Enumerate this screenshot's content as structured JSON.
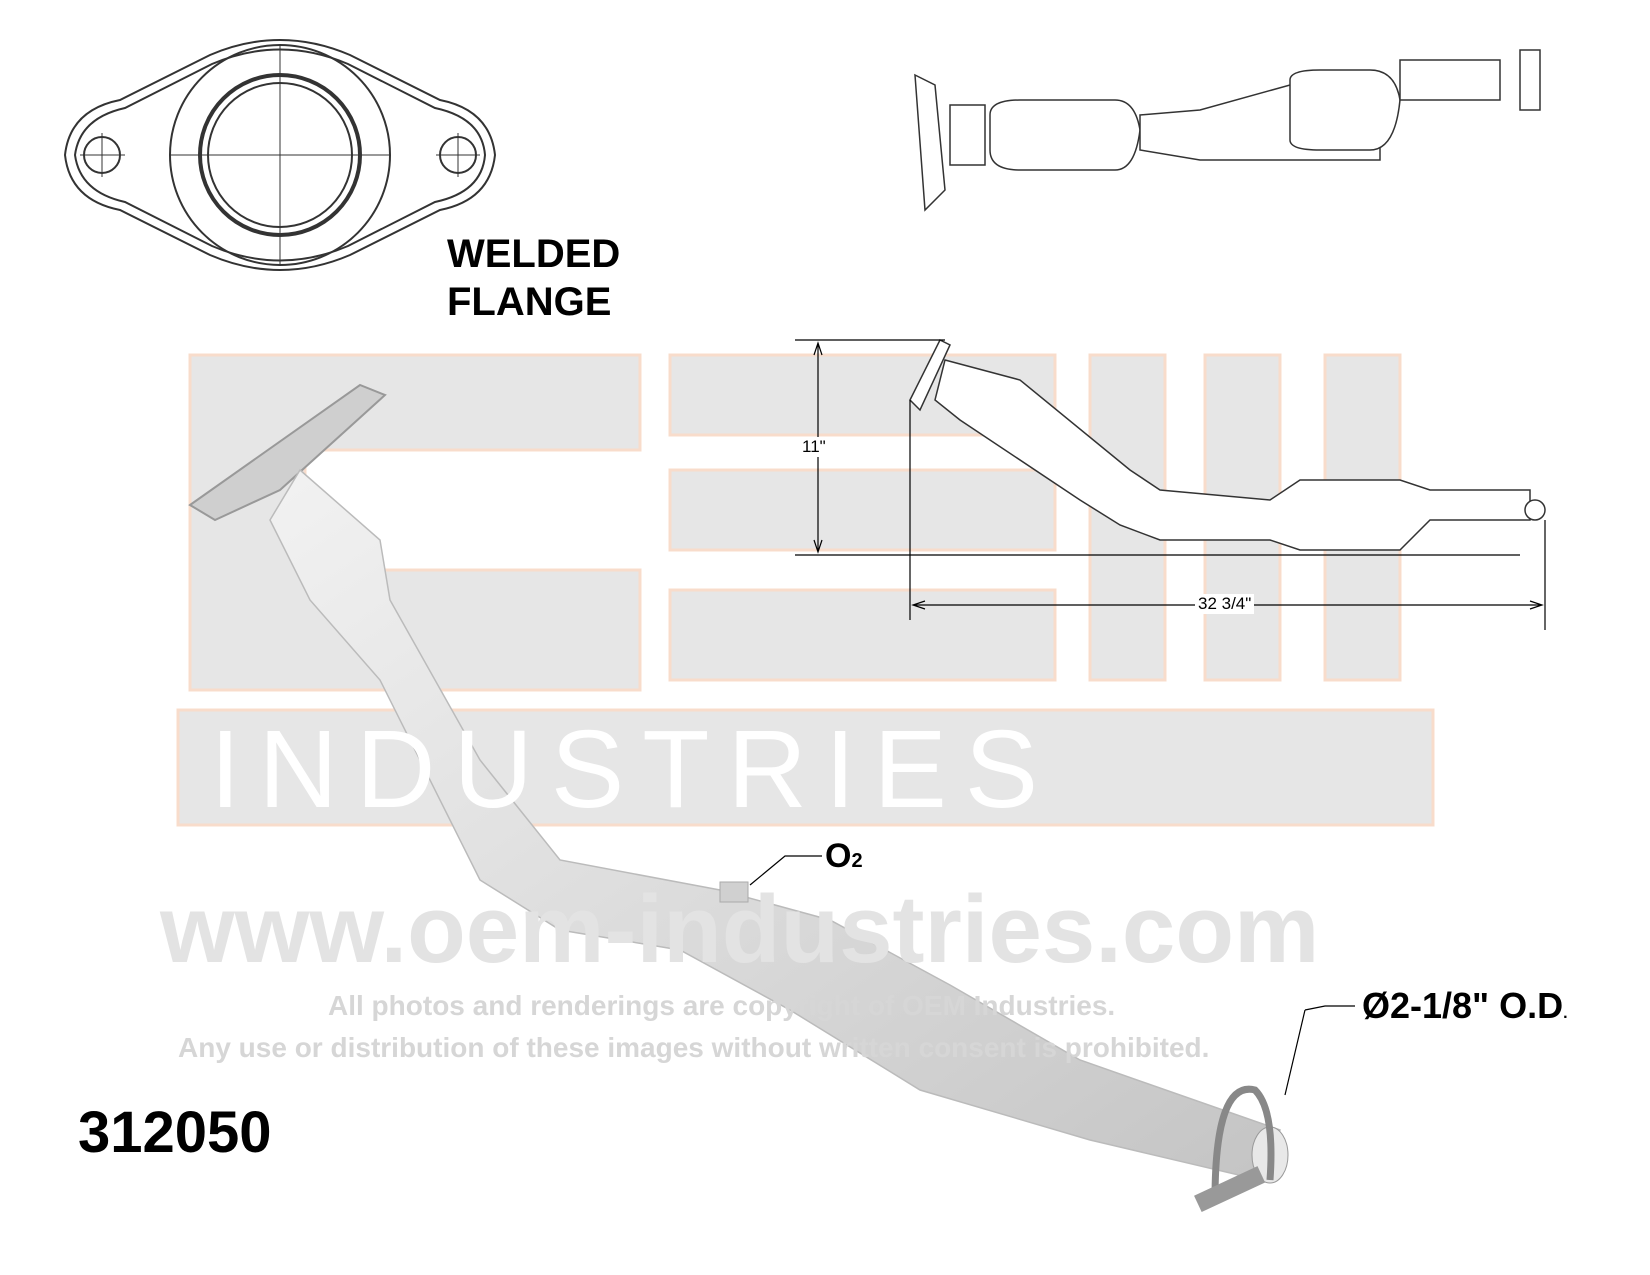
{
  "flange": {
    "line1": "WELDED",
    "line2": "FLANGE"
  },
  "watermark": {
    "logo_letters": "OEM",
    "logo_sub": "INDUSTRIES",
    "url": "www.oem-industries.com",
    "copyright_line1": "All photos and renderings are copyright of OEM Industries.",
    "copyright_line2": "Any use or distribution of these images without written consent is prohibited."
  },
  "dimensions": {
    "height": "11\"",
    "length": "32 3/4\""
  },
  "callouts": {
    "o2": "O",
    "o2_sub": "2",
    "diameter": "Ø2-1/8\" O.D",
    "diameter_dot": "."
  },
  "part_number": "312050",
  "colors": {
    "watermark": "#e3e3e3",
    "watermark_outline": "#f6d9c8",
    "pipe": "#d8d8d8",
    "text": "#000000"
  }
}
